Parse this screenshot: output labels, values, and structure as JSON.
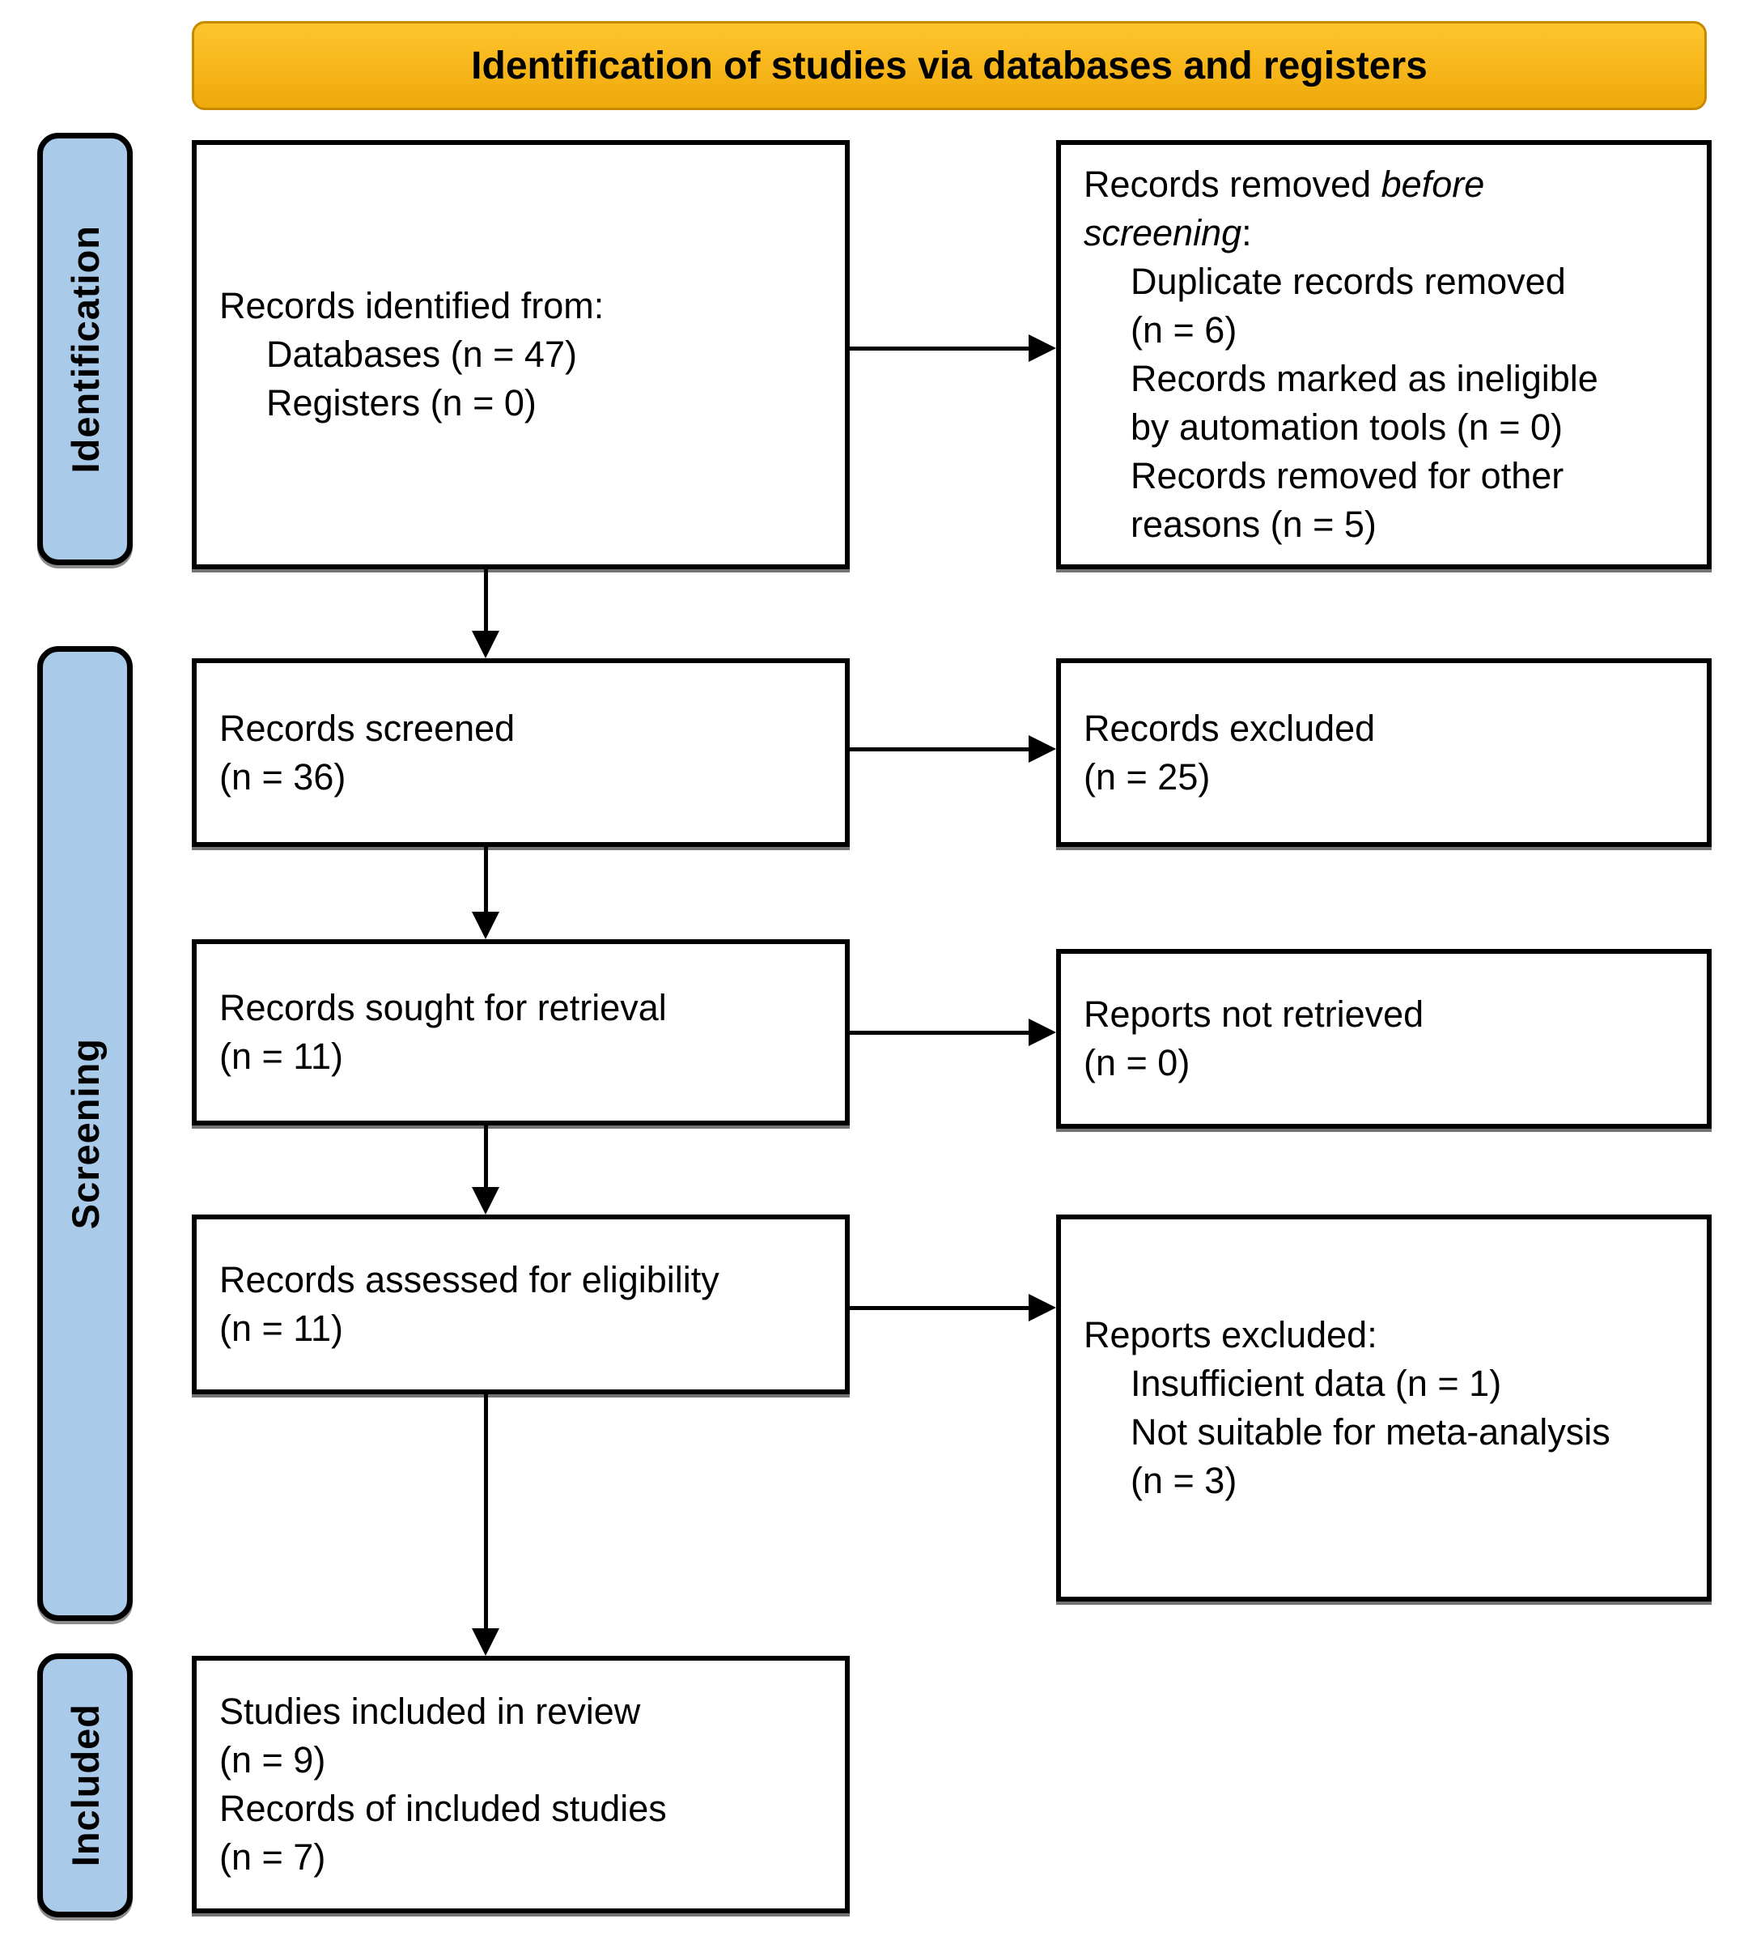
{
  "colors": {
    "page_bg": "#FFFFFF",
    "banner_bg_top": "#FFC52E",
    "banner_bg_bottom": "#EFA90A",
    "banner_border": "#C68A00",
    "stage_bg": "#A9CBE9",
    "stage_border": "#000000",
    "box_bg": "#FFFFFF",
    "box_border": "#000000",
    "text": "#000000"
  },
  "banner": {
    "title": "Identification of studies via databases and registers"
  },
  "sidebar": {
    "stages": [
      {
        "label": "Identification"
      },
      {
        "label": "Screening"
      },
      {
        "label": "Included"
      }
    ]
  },
  "boxes": {
    "identified": [
      {
        "indent": 0,
        "text": "Records identified from:"
      },
      {
        "indent": 1,
        "text": "Databases (n = 47)"
      },
      {
        "indent": 1,
        "text": "Registers (n = 0)"
      }
    ],
    "removed": [
      {
        "indent": 0,
        "runs": [
          {
            "text": "Records removed "
          },
          {
            "text": "before",
            "italic": true
          }
        ]
      },
      {
        "indent": 0,
        "runs": [
          {
            "text": "screening",
            "italic": true
          },
          {
            "text": ":"
          }
        ]
      },
      {
        "indent": 1,
        "text": "Duplicate records removed"
      },
      {
        "indent": 1,
        "text": "(n = 6)"
      },
      {
        "indent": 1,
        "text": "Records marked as ineligible"
      },
      {
        "indent": 1,
        "text": "by automation tools (n = 0)"
      },
      {
        "indent": 1,
        "text": "Records removed for other"
      },
      {
        "indent": 1,
        "text": "reasons (n = 5)"
      }
    ],
    "screened": [
      {
        "indent": 0,
        "text": "Records screened"
      },
      {
        "indent": 0,
        "text": "(n = 36)"
      }
    ],
    "excluded": [
      {
        "indent": 0,
        "text": "Records excluded"
      },
      {
        "indent": 0,
        "text": "(n = 25)"
      }
    ],
    "sought": [
      {
        "indent": 0,
        "text": "Records sought for retrieval"
      },
      {
        "indent": 0,
        "text": "(n = 11)"
      }
    ],
    "not_retrieved": [
      {
        "indent": 0,
        "text": "Reports not retrieved"
      },
      {
        "indent": 0,
        "text": "(n = 0)"
      }
    ],
    "assessed": [
      {
        "indent": 0,
        "text": "Records assessed for eligibility"
      },
      {
        "indent": 0,
        "text": "(n = 11)"
      }
    ],
    "reports_excluded": [
      {
        "indent": 0,
        "text": "Reports excluded:"
      },
      {
        "indent": 1,
        "text": "Insufficient data (n = 1)"
      },
      {
        "indent": 1,
        "text": "Not suitable for meta-analysis"
      },
      {
        "indent": 1,
        "text": "(n = 3)"
      }
    ],
    "included": [
      {
        "indent": 0,
        "text": "Studies included in review"
      },
      {
        "indent": 0,
        "text": "(n = 9)"
      },
      {
        "indent": 0,
        "text": "Records of included studies"
      },
      {
        "indent": 0,
        "text": "(n = 7)"
      }
    ]
  }
}
